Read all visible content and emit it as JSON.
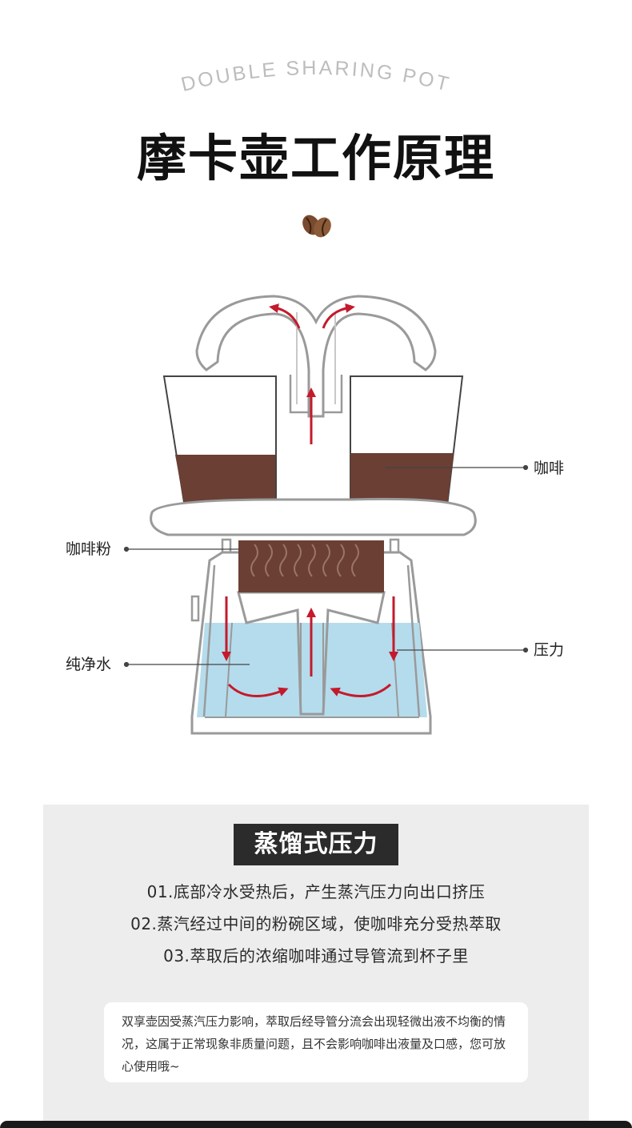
{
  "header": {
    "subtitle": "DOUBLE SHARING POT",
    "title": "摩卡壶工作原理"
  },
  "diagram": {
    "labels": {
      "coffee": "咖啡",
      "coffee_powder": "咖啡粉",
      "pressure": "压力",
      "pure_water": "纯净水"
    },
    "colors": {
      "coffee": "#6b3f34",
      "water": "#b5dcec",
      "arrow": "#c41a2c",
      "outline": "#9a9a9a"
    }
  },
  "info": {
    "badge": "蒸馏式压力",
    "steps": [
      "01.底部冷水受热后，产生蒸汽压力向出口挤压",
      "02.蒸汽经过中间的粉碗区域，使咖啡充分受热萃取",
      "03.萃取后的浓缩咖啡通过导管流到杯子里"
    ],
    "note": "双享壶因受蒸汽压力影响，萃取后经导管分流会出现轻微出液不均衡的情况，这属于正常现象非质量问题，且不会影响咖啡出液量及口感，您可放心使用哦~"
  }
}
